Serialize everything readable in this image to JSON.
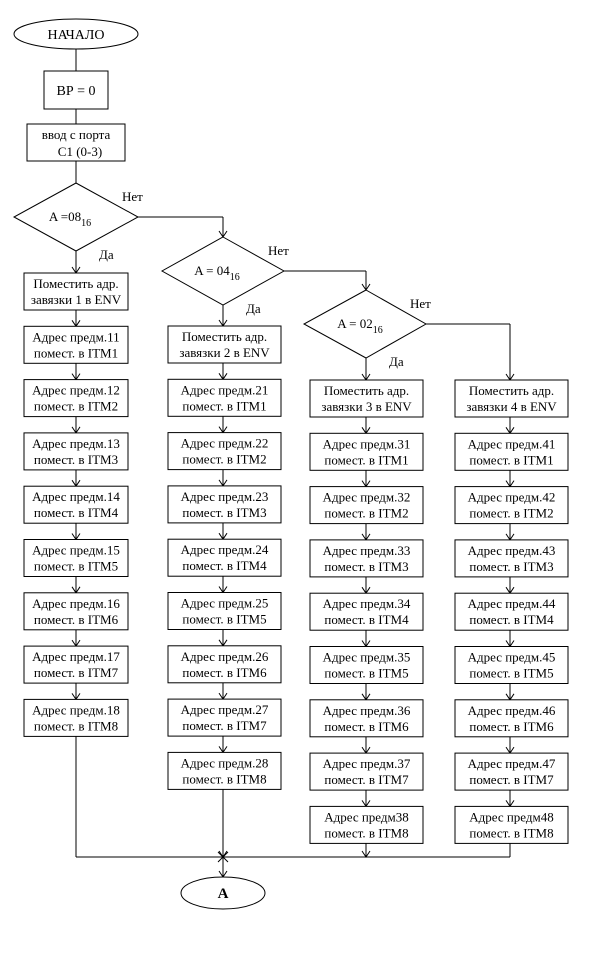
{
  "start_label": "НАЧАЛО",
  "end_label": "А",
  "init_box": "ВР = 0",
  "input_box": {
    "line1": "ввод с порта",
    "line2": "С1 (0-3)"
  },
  "yes_label": "Да",
  "no_label": "Нет",
  "branches": [
    {
      "condition": {
        "base": "A =08",
        "sub": "16"
      },
      "steps": [
        [
          "Поместить адр.",
          "завязки 1 в ENV"
        ],
        [
          "Адрес предм.11",
          "помест. в ITM1"
        ],
        [
          "Адрес предм.12",
          "помест. в ITM2"
        ],
        [
          "Адрес предм.13",
          "помест. в ITM3"
        ],
        [
          "Адрес предм.14",
          "помест. в ITM4"
        ],
        [
          "Адрес предм.15",
          "помест. в ITM5"
        ],
        [
          "Адрес предм.16",
          "помест. в ITM6"
        ],
        [
          "Адрес предм.17",
          "помест. в ITM7"
        ],
        [
          "Адрес предм.18",
          "помест. в ITM8"
        ]
      ]
    },
    {
      "condition": {
        "base": "A = 04",
        "sub": "16"
      },
      "steps": [
        [
          "Поместить адр.",
          "завязки 2 в ENV"
        ],
        [
          "Адрес предм.21",
          "помест. в ITM1"
        ],
        [
          "Адрес предм.22",
          "помест. в ITM2"
        ],
        [
          "Адрес предм.23",
          "помест. в ITM3"
        ],
        [
          "Адрес предм.24",
          "помест. в ITM4"
        ],
        [
          "Адрес предм.25",
          "помест. в ITM5"
        ],
        [
          "Адрес предм.26",
          "помест. в ITM6"
        ],
        [
          "Адрес предм.27",
          "помест. в ITM7"
        ],
        [
          "Адрес предм.28",
          "помест. в ITM8"
        ]
      ]
    },
    {
      "condition": {
        "base": "A = 02",
        "sub": "16"
      },
      "steps": [
        [
          "Поместить адр.",
          "завязки 3 в ENV"
        ],
        [
          "Адрес предм.31",
          "помест. в ITM1"
        ],
        [
          "Адрес предм.32",
          "помест. в ITM2"
        ],
        [
          "Адрес предм.33",
          "помест. в ITM3"
        ],
        [
          "Адрес предм.34",
          "помест. в ITM4"
        ],
        [
          "Адрес предм.35",
          "помест. в ITM5"
        ],
        [
          "Адрес предм.36",
          "помест. в ITM6"
        ],
        [
          "Адрес предм.37",
          "помест. в ITM7"
        ],
        [
          "Адрес предм38",
          "помест. в ITM8"
        ]
      ]
    },
    {
      "steps": [
        [
          "Поместить адр.",
          "завязки 4 в ENV"
        ],
        [
          "Адрес предм.41",
          "помест. в ITM1"
        ],
        [
          "Адрес предм.42",
          "помест. в ITM2"
        ],
        [
          "Адрес предм.43",
          "помест. в ITM3"
        ],
        [
          "Адрес предм.44",
          "помест. в ITM4"
        ],
        [
          "Адрес предм.45",
          "помест. в ITM5"
        ],
        [
          "Адрес предм.46",
          "помест. в ITM6"
        ],
        [
          "Адрес предм.47",
          "помест. в ITM7"
        ],
        [
          "Адрес предм48",
          "помест. в ITM8"
        ]
      ]
    }
  ]
}
